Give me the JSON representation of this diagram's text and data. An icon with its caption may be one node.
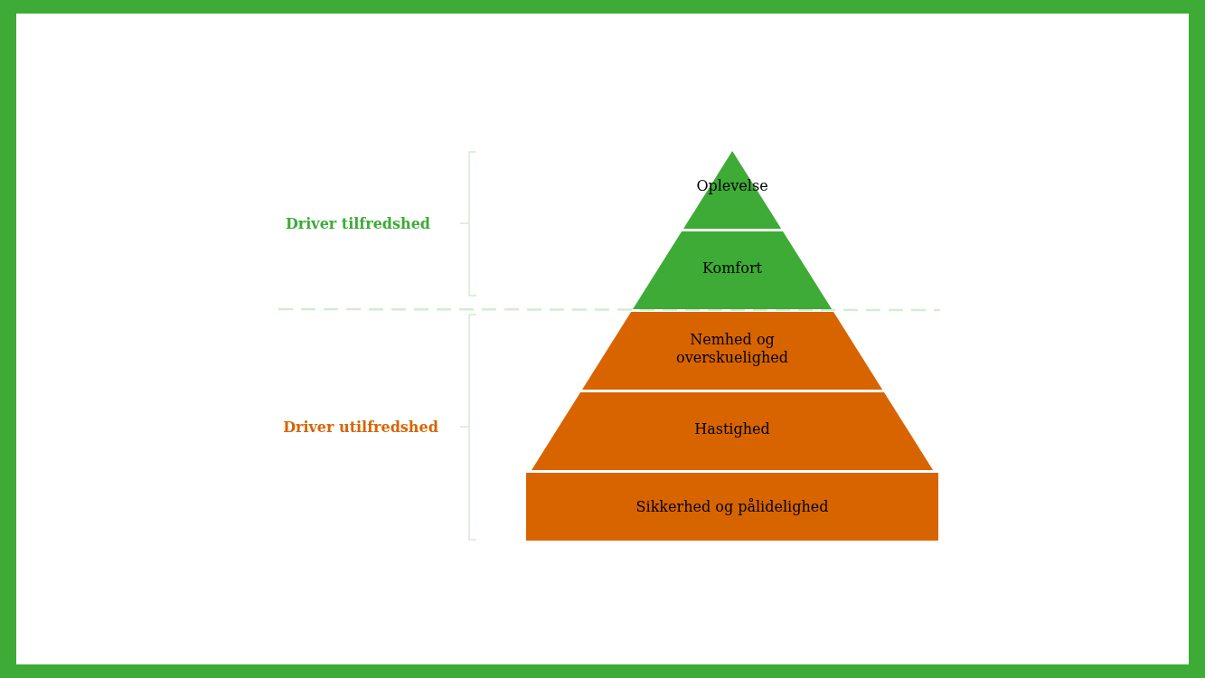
{
  "diagram": {
    "nodes": [
      {
        "text": [
          "Oplevelse"
        ]
      },
      {
        "text": [
          "Komfort"
        ]
      },
      {
        "text": [
          "Nemhed og overskuelighed"
        ]
      },
      {
        "text": [
          "Hastighed"
        ]
      },
      {
        "text": [
          "Sikkerhed og pålidelighed"
        ]
      }
    ],
    "labels": [
      "Driver tilfredshed",
      "Driver utilfredshed"
    ]
  }
}
